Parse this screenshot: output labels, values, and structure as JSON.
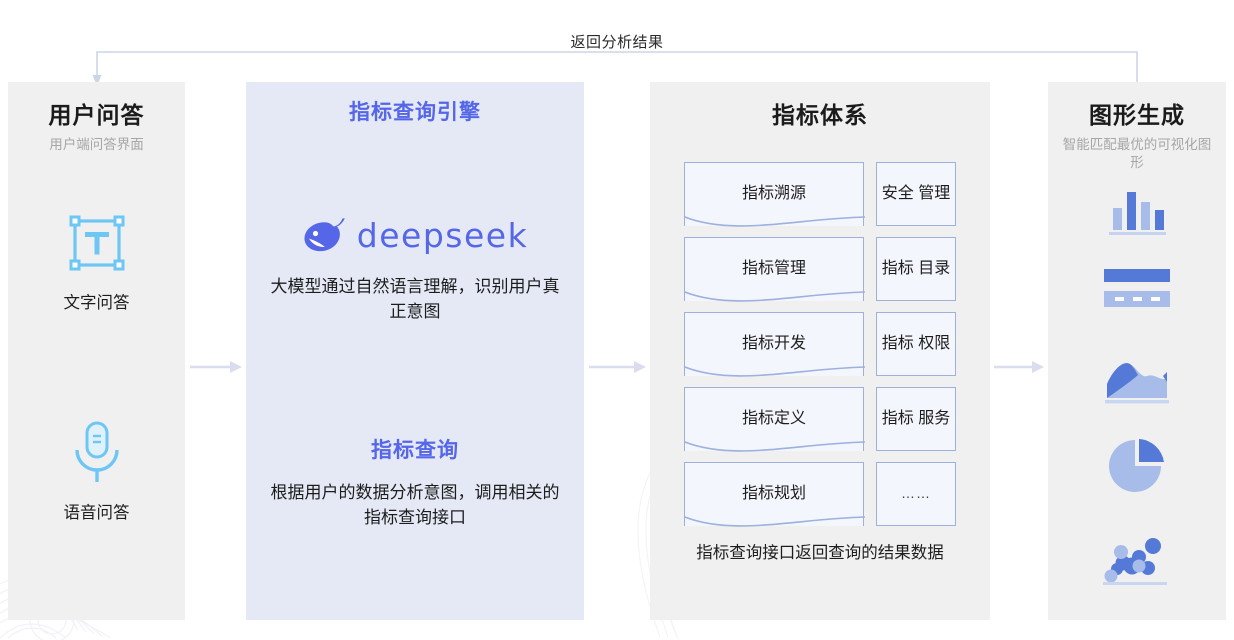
{
  "flow": {
    "return_label": "返回分析结果",
    "return_arrow_icon": "return-arrow-icon",
    "connector_icon": "arrow-right-icon"
  },
  "colors": {
    "accent": "#5566e8",
    "panel_gray": "#f0f0f0",
    "panel_blue": "#e4e9f5",
    "box_border": "#9db0de",
    "box_fill": "#f3f6fc",
    "icon_light_blue": "#6ec6f5",
    "chart_blue": "#5579d6",
    "chart_blue_light": "#a8bcea",
    "connector": "#d9ddee"
  },
  "columns": [
    {
      "id": "user-qa",
      "title": "用户问答",
      "subtitle": "用户端问答界面",
      "items": [
        {
          "label": "文字问答",
          "icon": "text-box-icon"
        },
        {
          "label": "语音问答",
          "icon": "microphone-icon"
        }
      ]
    },
    {
      "id": "metric-query-engine",
      "title": "指标查询引擎",
      "blocks": [
        {
          "logo_icon": "deepseek-whale-icon",
          "logo_text": "deepseek",
          "desc": "大模型通过自然语言理解，识别用户真正意图"
        },
        {
          "heading": "指标查询",
          "desc": "根据用户的数据分析意图，调用相关的指标查询接口"
        }
      ]
    },
    {
      "id": "metric-system",
      "title": "指标体系",
      "rows": [
        {
          "wide": "指标溯源",
          "small": "安全\n管理"
        },
        {
          "wide": "指标管理",
          "small": "指标\n目录"
        },
        {
          "wide": "指标开发",
          "small": "指标\n权限"
        },
        {
          "wide": "指标定义",
          "small": "指标\n服务"
        },
        {
          "wide": "指标规划",
          "small": "……"
        }
      ],
      "caption": "指标查询接口返回查询的结果数据"
    },
    {
      "id": "chart-generation",
      "title": "图形生成",
      "subtitle": "智能匹配最优的可视化图形",
      "icons": [
        "bar-chart-icon",
        "table-bar-icon",
        "area-chart-icon",
        "pie-chart-icon",
        "scatter-chart-icon"
      ]
    }
  ]
}
